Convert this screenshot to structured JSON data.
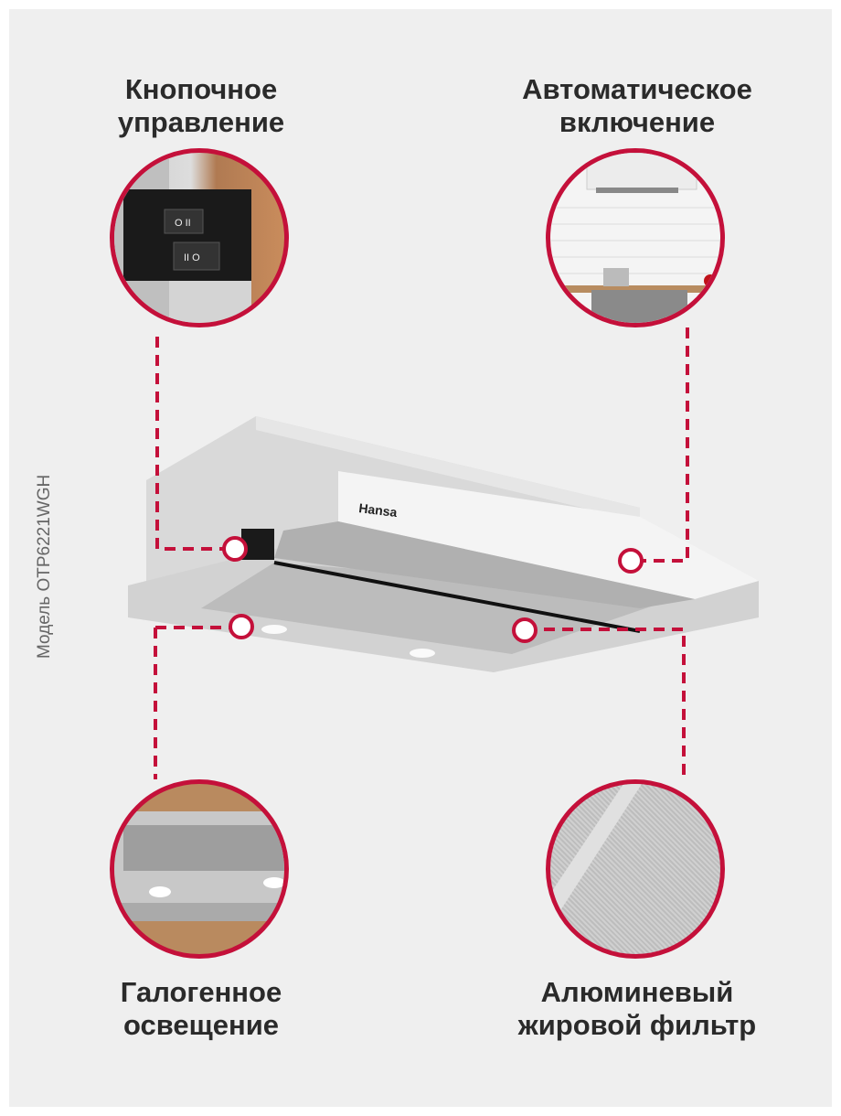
{
  "features": [
    {
      "line1": "Кнопочное",
      "line2": "управление"
    },
    {
      "line1": "Автоматическое",
      "line2": "включение"
    },
    {
      "line1": "Галогенное",
      "line2": "освещение"
    },
    {
      "line1": "Алюминевый",
      "line2": "жировой фильтр"
    }
  ],
  "model_label": "Модель OTP6221WGH",
  "brand": "Hansa",
  "colors": {
    "accent": "#c4103a",
    "background": "#efefef"
  }
}
